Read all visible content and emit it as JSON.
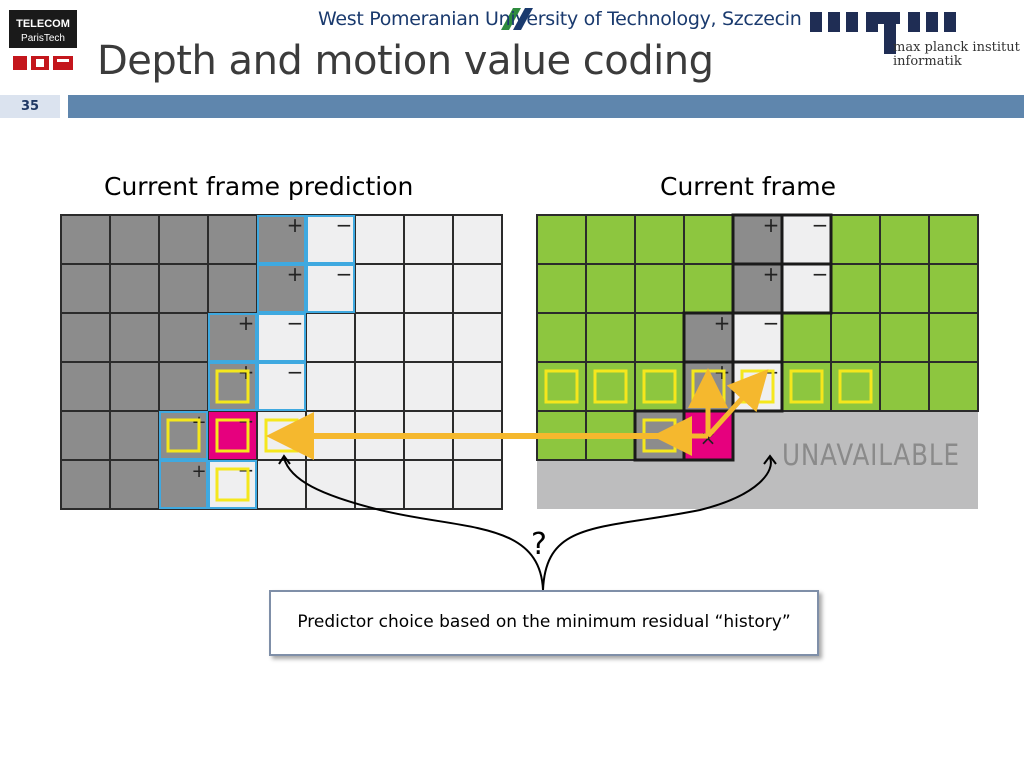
{
  "header": {
    "title": "Depth and motion value coding",
    "page_number": "35",
    "logos": {
      "left": {
        "line1": "TELECOM",
        "line2": "ParisTech"
      },
      "center": "West Pomeranian University of Technology, Szczecin",
      "right": {
        "mark": "mpii",
        "line1": "max planck institut",
        "line2": "informatik"
      }
    }
  },
  "diagram": {
    "left_panel_title": "Current frame prediction",
    "right_panel_title": "Current frame",
    "unavailable_label": "UNAVAILABLE",
    "question_mark": "?",
    "predictor_note": "Predictor choice based on the minimum residual “history”",
    "colors": {
      "background_gray": "#8c8c8c",
      "foreground_white": "#efeff0",
      "green": "#8dc63f",
      "unavailable": "#bdbdbe",
      "current_block": "#e6007e",
      "candidate_outline": "#f5e71c",
      "arrow": "#f5b82e",
      "prediction_edge": "#3fa9e0"
    }
  }
}
